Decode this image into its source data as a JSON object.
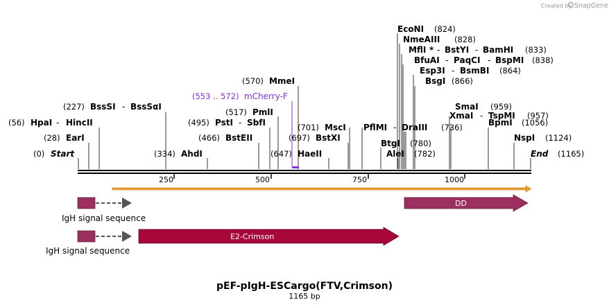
{
  "credit": {
    "created_by": "Created by",
    "brand": "SnapGene"
  },
  "map": {
    "title": "pEF-pIgH-ESCargo(FTV,Crimson)",
    "length": "1165 bp",
    "ticks": [
      "250",
      "500",
      "750",
      "1000"
    ]
  },
  "sites": {
    "start": {
      "pos": "(0)",
      "name": "Start"
    },
    "end": {
      "pos": "(1165)",
      "name": "End"
    },
    "earI": {
      "pos": "(28)",
      "name": "EarI"
    },
    "hpaI": {
      "pos": "(56)",
      "name": "HpaI",
      "alt": "HincII"
    },
    "bssSI": {
      "pos": "(227)",
      "name": "BssSI",
      "alt": "BssSαI"
    },
    "ahdI": {
      "pos": "(334)",
      "name": "AhdI"
    },
    "bstEII": {
      "pos": "(466)",
      "name": "BstEII"
    },
    "pstI": {
      "pos": "(495)",
      "name": "PstI",
      "alt": "SbfI"
    },
    "pmlI": {
      "pos": "(517)",
      "name": "PmlI"
    },
    "mmeI": {
      "pos": "(570)",
      "name": "MmeI"
    },
    "primer": {
      "pos": "(553 .. 572)",
      "name": "mCherry-F"
    },
    "haeII": {
      "pos": "(647)",
      "name": "HaeII"
    },
    "bstXI": {
      "pos": "(697)",
      "name": "BstXI"
    },
    "mscI": {
      "pos": "(701)",
      "name": "MscI"
    },
    "pflMI": {
      "name": "PflMI",
      "alt": "DraIII",
      "pos": "(736)"
    },
    "btgI": {
      "name": "BtgI",
      "pos": "(780)"
    },
    "aleI": {
      "name": "AleI",
      "pos": "(782)"
    },
    "ecoNI": {
      "name": "EcoNI",
      "pos": "(824)"
    },
    "nmeAIII": {
      "name": "NmeAIII",
      "pos": "(828)"
    },
    "mflI": {
      "name": "MflI",
      "star": "*",
      "alt": "BstYI",
      "alt2": "BamHI",
      "pos": "(833)"
    },
    "bfuAI": {
      "name": "BfuAI",
      "alt": "PaqCI",
      "alt2": "BspMI",
      "pos": "(838)"
    },
    "esp3I": {
      "name": "Esp3I",
      "alt": "BsmBI",
      "pos": "(864)"
    },
    "bsgI": {
      "name": "BsgI",
      "pos": "(866)"
    },
    "xmaI": {
      "name": "XmaI",
      "alt": "TspMI",
      "pos": "(957)"
    },
    "smaI": {
      "name": "SmaI",
      "pos": "(959)"
    },
    "bpmI": {
      "name": "BpmI",
      "pos": "(1056)"
    },
    "nspI": {
      "name": "NspI",
      "pos": "(1124)"
    }
  },
  "features": {
    "igh1": {
      "label": "IgH signal sequence"
    },
    "igh2": {
      "label": "IgH signal sequence"
    },
    "dd": {
      "label": "DD"
    },
    "crimson": {
      "label": "E2-Crimson"
    }
  },
  "colors": {
    "backbone": "#000000",
    "orf": "#f0a030",
    "feature_dd": "#9b2f5e",
    "feature_crimson": "#a8073a",
    "signal_seq": "#9b2f5e",
    "primer": "#8a2be2"
  }
}
